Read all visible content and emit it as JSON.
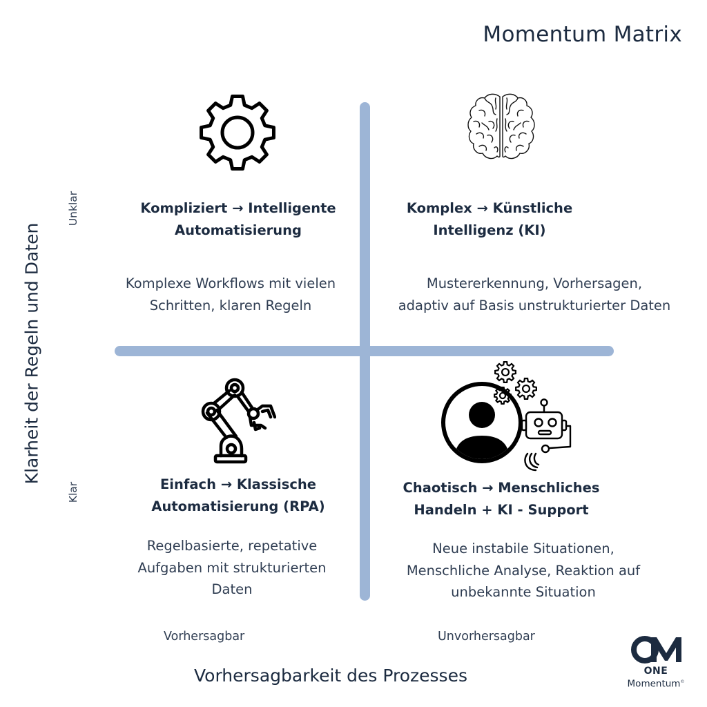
{
  "title": "Momentum Matrix",
  "axes": {
    "y_label": "Klarheit der Regeln und Daten",
    "y_top": "Unklar",
    "y_bottom": "Klar",
    "x_label": "Vorhersagbarkeit des Prozesses",
    "x_left": "Vorhersagbar",
    "x_right": "Unvorhersagbar"
  },
  "quadrants": {
    "top_left": {
      "icon": "gear-icon",
      "heading": [
        "Kompliziert → Intelligente",
        "Automatisierung"
      ],
      "description": [
        "Komplexe Workflows mit vielen",
        "Schritten, klaren Regeln"
      ]
    },
    "top_right": {
      "icon": "brain-icon",
      "heading": [
        "Komplex → Künstliche",
        "Intelligenz (KI)"
      ],
      "description": [
        "Mustererkennung, Vorhersagen,",
        "adaptiv auf Basis unstrukturierter Daten"
      ]
    },
    "bottom_left": {
      "icon": "robot-arm-icon",
      "heading": [
        "Einfach → Klassische",
        "Automatisierung (RPA)"
      ],
      "description": [
        "Regelbasierte, repetative",
        "Aufgaben mit strukturierten",
        "Daten"
      ]
    },
    "bottom_right": {
      "icon": "human-ai-support-icon",
      "heading": [
        "Chaotisch → Menschliches",
        "Handeln + KI - Support"
      ],
      "description": [
        "Neue instabile Situationen,",
        "Menschliche Analyse, Reaktion auf",
        "unbekannte Situation"
      ]
    }
  },
  "logo": {
    "mark": "OM",
    "line1": "ONE",
    "line2": "Momentum",
    "registered": "©"
  },
  "colors": {
    "text": "#1c2b40",
    "axis_lines": "#9db5d6"
  }
}
